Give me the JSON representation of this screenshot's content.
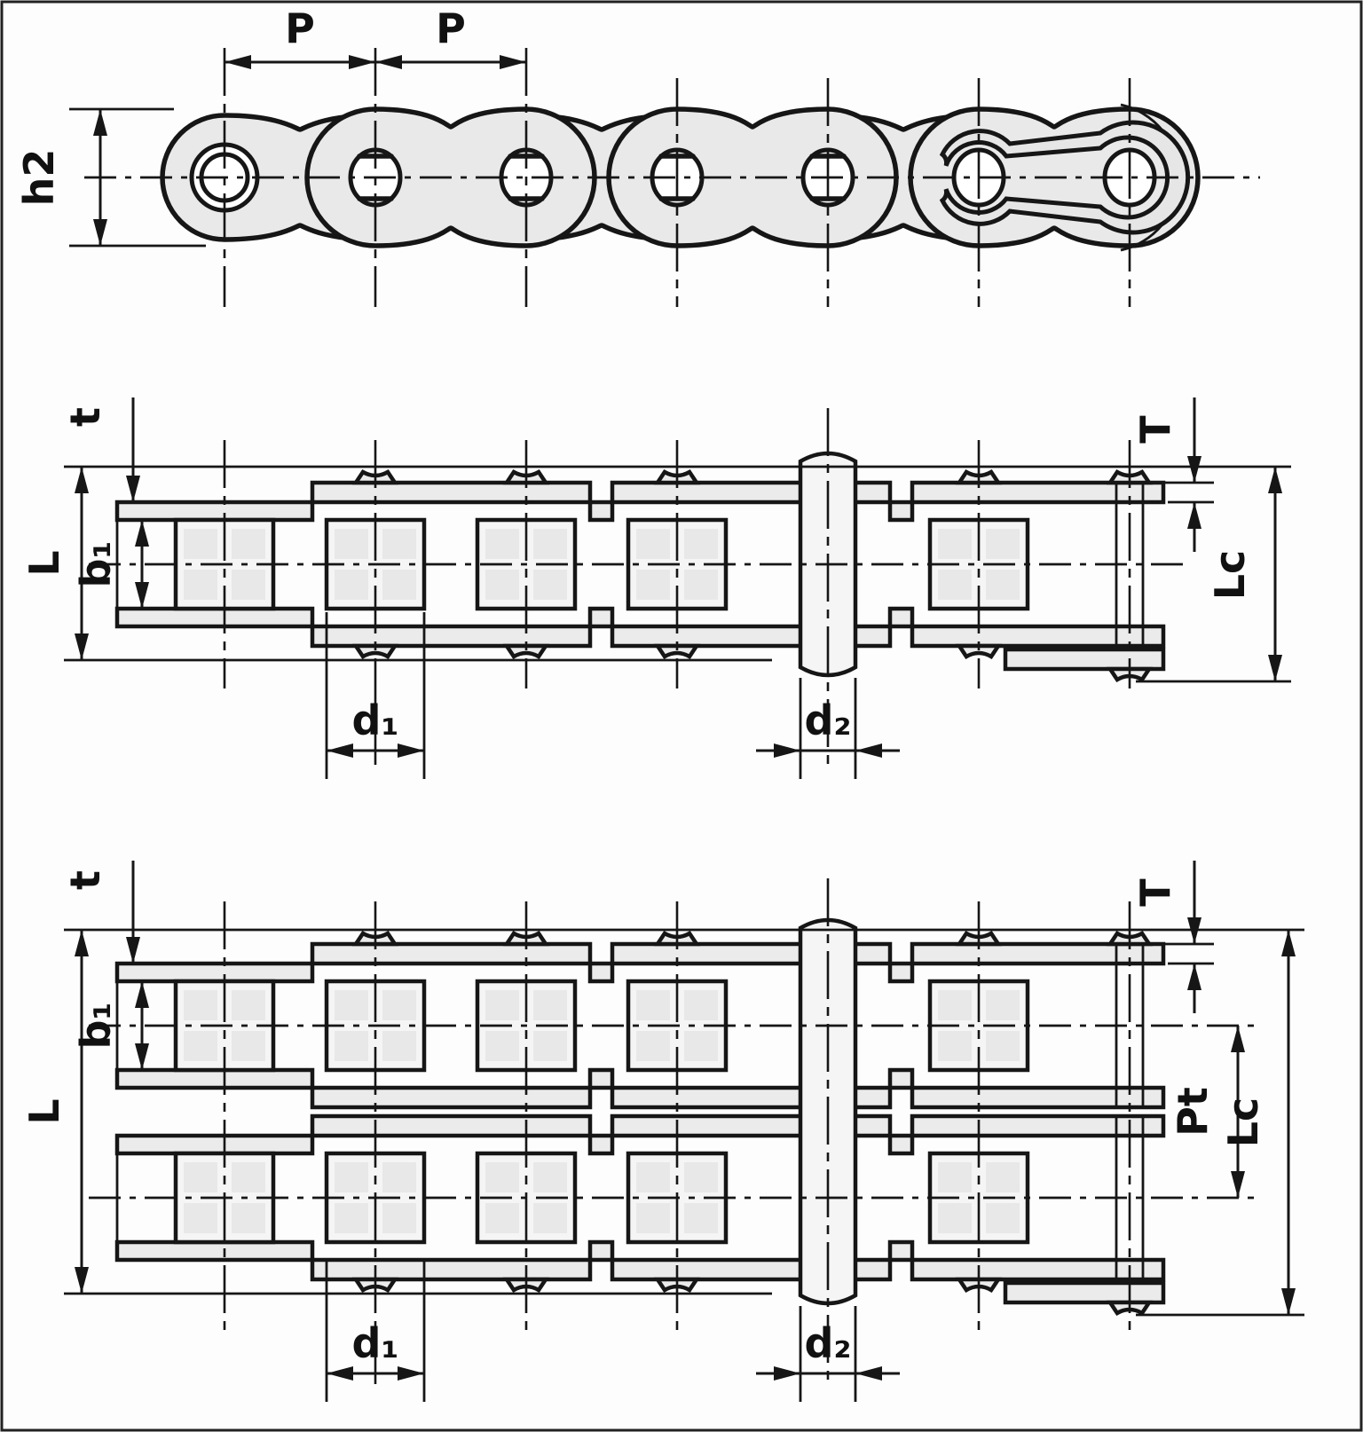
{
  "document": {
    "type": "technical-drawing",
    "subject": "Roller chain dimensional diagram"
  },
  "views": {
    "side": {
      "labels": {
        "pitch_left": "P",
        "pitch_right": "P",
        "plate_height": "h2"
      }
    },
    "single_strand": {
      "labels": {
        "plate_thickness": "t",
        "overall_pin_length": "L",
        "inner_width": "b₁",
        "outer_plate_thickness": "T",
        "connecting_pin_length": "Lc",
        "roller_diameter": "d₁",
        "pin_diameter": "d₂"
      }
    },
    "duplex_strand": {
      "labels": {
        "plate_thickness": "t",
        "overall_pin_length": "L",
        "inner_width": "b₁",
        "outer_plate_thickness": "T",
        "transverse_pitch": "Pt",
        "connecting_pin_length": "Lc",
        "roller_diameter": "d₁",
        "pin_diameter": "d₂"
      }
    }
  }
}
